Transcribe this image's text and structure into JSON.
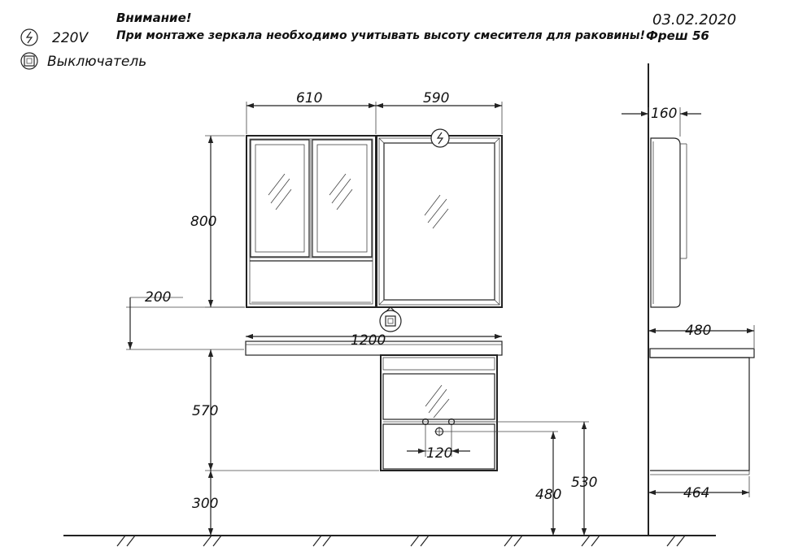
{
  "header": {
    "warning_title": "Внимание!",
    "warning_text": "При монтаже зеркала необходимо учитывать высоту смесителя для раковины!",
    "date": "03.02.2020",
    "model": "Фреш 56"
  },
  "legend": {
    "power_label": "220V",
    "switch_label": "Выключатель"
  },
  "dimensions": {
    "left_mirror_width": "610",
    "right_mirror_width": "590",
    "mirror_height": "800",
    "countertop_offset": "200",
    "countertop_width": "1200",
    "cabinet_height": "570",
    "floor_clearance": "300",
    "pipe_spacing": "120",
    "pipe_height": "480",
    "mixer_height": "530",
    "mirror_depth": "160",
    "top_depth": "480",
    "cabinet_depth": "464"
  }
}
